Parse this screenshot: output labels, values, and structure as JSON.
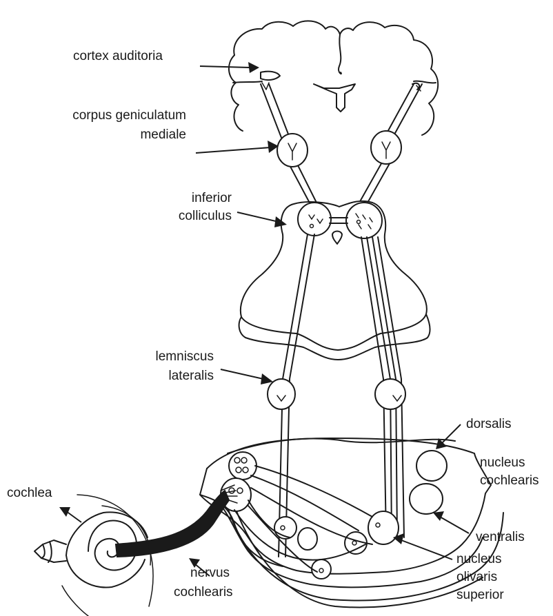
{
  "labels": {
    "cortex_auditoria": "cortex auditoria",
    "corpus_geniculatum_line1": "corpus geniculatum",
    "corpus_geniculatum_line2": "mediale",
    "inferior_colliculus_line1": "inferior",
    "inferior_colliculus_line2": "colliculus",
    "lemniscus_lateralis_line1": "lemniscus",
    "lemniscus_lateralis_line2": "lateralis",
    "dorsalis": "dorsalis",
    "nucleus_cochlearis_line1": "nucleus",
    "nucleus_cochlearis_line2": "cochlearis",
    "ventralis": "ventralis",
    "cochlea": "cochlea",
    "nervus_cochlearis_line1": "nervus",
    "nervus_cochlearis_line2": "cochlearis",
    "nucleus_olivaris_line1": "nucleus",
    "nucleus_olivaris_line2": "olivaris",
    "nucleus_olivaris_line3": "superior"
  },
  "colors": {
    "ink": "#1a1a1a",
    "paper": "#ffffff"
  }
}
